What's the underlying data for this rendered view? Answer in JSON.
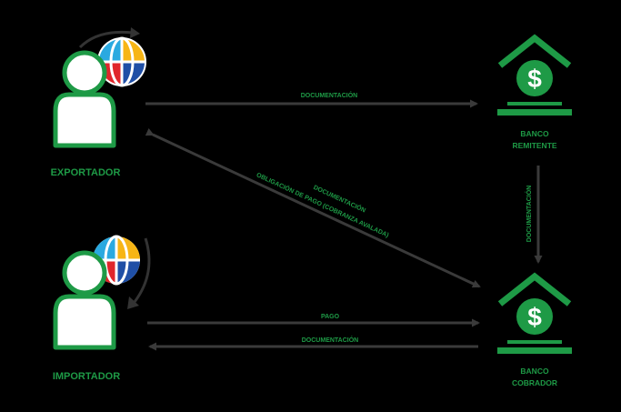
{
  "colors": {
    "background": "#000000",
    "green": "#1e9a46",
    "arrow": "#3a3a3a",
    "person_fill": "#ffffff",
    "globe_blue": "#1f4fa6",
    "globe_red": "#e0262b",
    "globe_yellow": "#f7b515",
    "globe_lightblue": "#2aa9e0"
  },
  "nodes": {
    "exportador": {
      "label": "EXPORTADOR",
      "icons": [
        "person-icon",
        "globe-icon",
        "rotate-arrow-icon"
      ]
    },
    "importador": {
      "label": "IMPORTADOR",
      "icons": [
        "person-icon",
        "globe-icon",
        "rotate-arrow-icon"
      ]
    },
    "banco_remitente": {
      "label_line1": "BANCO",
      "label_line2": "REMITENTE",
      "icons": [
        "bank-icon",
        "dollar-icon"
      ]
    },
    "banco_cobrador": {
      "label_line1": "BANCO",
      "label_line2": "COBRADOR",
      "icons": [
        "bank-icon",
        "dollar-icon"
      ]
    }
  },
  "edges": [
    {
      "id": "export-to-remitente",
      "label": "DOCUMENTACIÓN"
    },
    {
      "id": "cobrador-to-exportador",
      "label": "DOCUMENTACIÓN",
      "label2": "OBLIGACIÓN DE PAGO (COBRANZA AVALADA)"
    },
    {
      "id": "remitente-to-cobrador",
      "label": "DOCUMENTACIÓN"
    },
    {
      "id": "importador-to-cobrador",
      "label": "PAGO"
    },
    {
      "id": "cobrador-to-importador",
      "label": "DOCUMENTACIÓN"
    }
  ]
}
